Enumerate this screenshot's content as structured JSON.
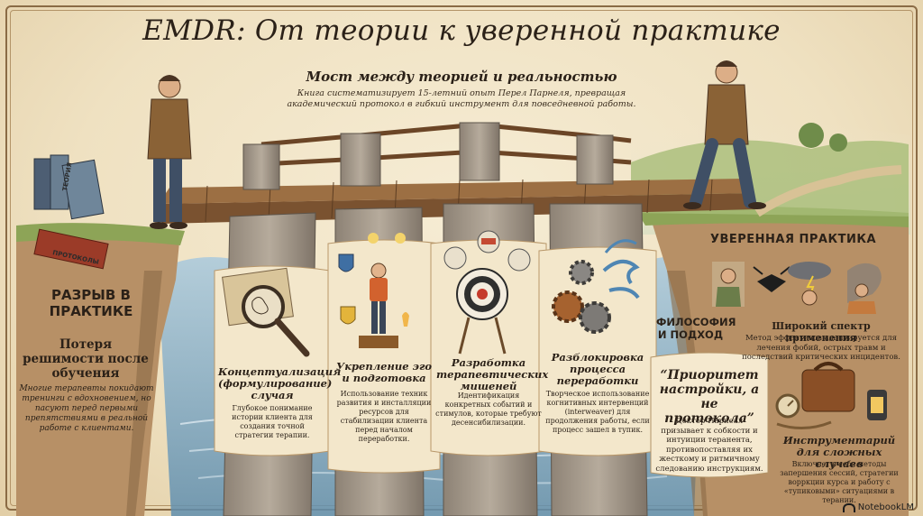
{
  "header": {
    "title": "EMDR: От теории к уверенной практике",
    "subtitle": "Мост между теорией и реальностью",
    "description": "Книга систематизирует 15-летний опыт Перел Парнеля, превращая академический протокол в гибкий инструмент для повседневной работы."
  },
  "gap": {
    "title": "РАЗРЫВ В ПРАКТИКЕ",
    "subtitle": "Потеря решимости после обучения",
    "description": "Многие терапевты покидают тренинги с вдохновением, но пасуют перед первыми препятствиями в реальной работе с клиентами.",
    "book_labels": [
      "ТЕОРИЯ",
      "ПРОТОКОЛЫ"
    ]
  },
  "pillars": [
    {
      "title": "Концептуализация (формулирование) случая",
      "description": "Глубокое понимание истории клиента для создания точной стратегии терапии."
    },
    {
      "title": "Укрепление эго и подготовка",
      "description": "Использование техник развития и инсталляции ресурсов для стабилизации клиента перед началом переработки."
    },
    {
      "title": "Разработка терапевтических мишеней",
      "description": "Идентификация конкретных событий и стимулов, которые требуют десенсибилизации."
    },
    {
      "title": "Разблокировка процесса переработки",
      "description": "Творческое использование когнитивных интервенций (interweaver) для продолжения работы, если процесс зашел в тупик."
    }
  ],
  "confident": {
    "title": "УВЕРЕННАЯ ПРАКТИКА",
    "philosophy": "ФИЛОСОФИЯ И ПОДХОД",
    "spectrum_title": "Широкий спектр применения",
    "spectrum_desc": "Метод эффективов адаптируется для лечения фобий, острых травм и последствий критических инцидентов.",
    "quote": "“Приоритет настройки, а не протокола”",
    "quote_desc": "Доктор Парнеал призывает к собкости и интуиции теранента, противопоставляя их жесткому и ритмичному следованию инструкциям.",
    "tools_title": "Инструментарий для сложных случаев",
    "tools_desc": "Включает в себя методы запершения сессий, стратегии ворркции курса и работу с «тупиковыми» ситуациями в терании."
  },
  "brand": "NotebookLM",
  "colors": {
    "parchment": "#efe2c4",
    "ink": "#2b2118",
    "stone": "#9a8f82",
    "wood": "#7a5230",
    "water": "#7ea9c4",
    "grass": "#8fa85a"
  }
}
